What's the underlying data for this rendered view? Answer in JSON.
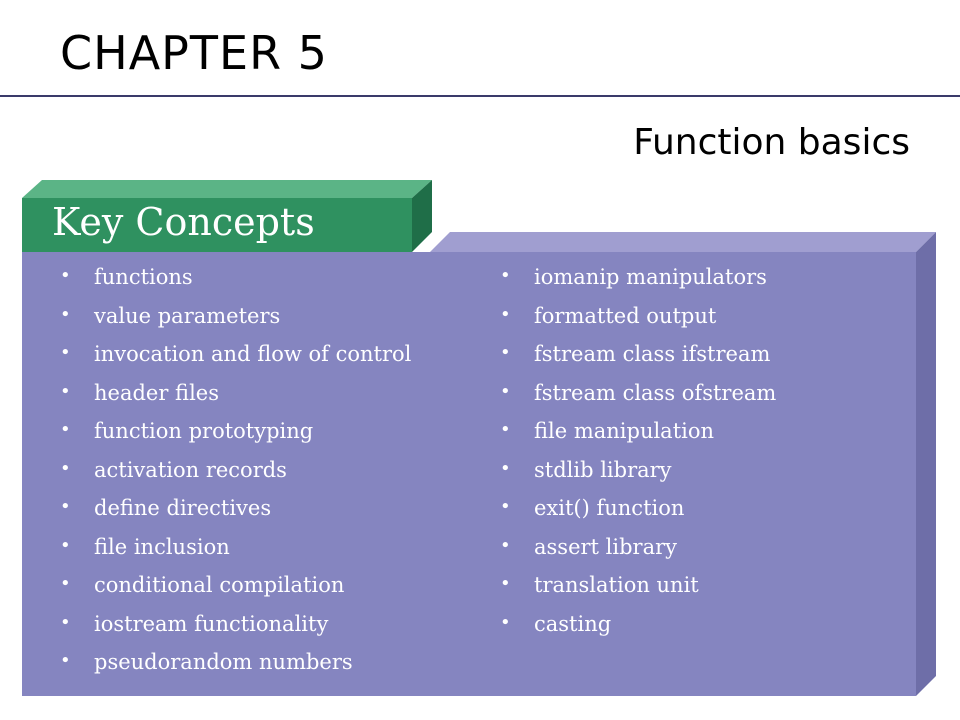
{
  "header": {
    "chapter_title": "CHAPTER 5",
    "subtitle": "Function basics"
  },
  "panel": {
    "tab_label": "Key Concepts",
    "colors": {
      "panel_face": "#8585c0",
      "panel_top": "#a09ed0",
      "panel_side": "#6e6ea8",
      "tab_face": "#2f9160",
      "tab_top": "#5bb486",
      "tab_side": "#1f6e48"
    },
    "bullet_glyph": "•",
    "left_items": [
      "functions",
      "value parameters",
      "invocation and flow of control",
      "header files",
      "function prototyping",
      "activation records",
      "define directives",
      "file inclusion",
      "conditional compilation",
      "iostream functionality",
      "pseudorandom numbers"
    ],
    "right_items": [
      "iomanip manipulators",
      "formatted output",
      "fstream class ifstream",
      "fstream class ofstream",
      "file manipulation",
      "stdlib library",
      "exit() function",
      "assert library",
      "translation unit",
      "casting"
    ]
  }
}
